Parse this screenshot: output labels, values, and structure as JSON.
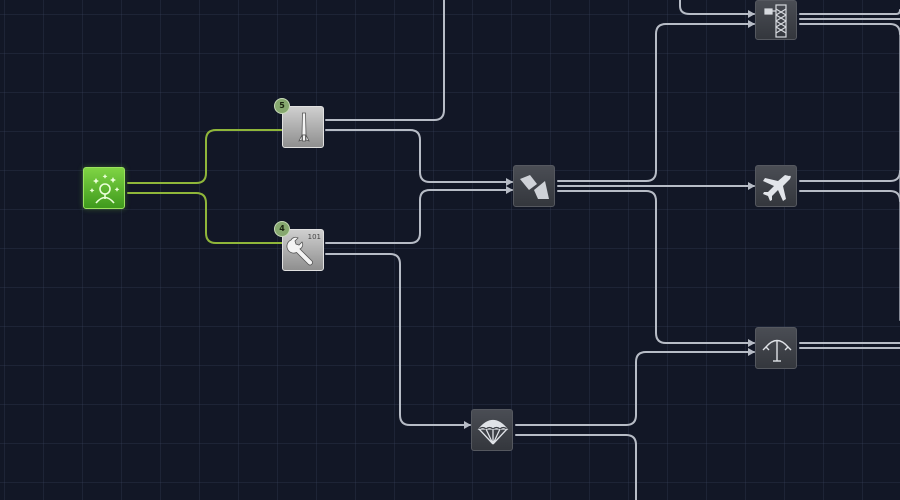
{
  "colors": {
    "background": "#121726",
    "link_active": "#8fb63a",
    "link_inactive": "#b7bcc6",
    "node_unlocked": "#5cb82b",
    "node_available": "#b5b5b5",
    "node_locked": "#3d4047"
  },
  "nodes": [
    {
      "id": "start",
      "icon": "observatory-icon",
      "state": "unlocked"
    },
    {
      "id": "basic-rocketry",
      "icon": "rocket-icon",
      "state": "available",
      "badge": "5"
    },
    {
      "id": "engineering-101",
      "icon": "wrench-icon",
      "state": "available",
      "badge": "4",
      "label": "101"
    },
    {
      "id": "stability",
      "icon": "fins-icon",
      "state": "locked"
    },
    {
      "id": "survivability",
      "icon": "parachute-icon",
      "state": "locked"
    },
    {
      "id": "general-construction",
      "icon": "tower-icon",
      "state": "locked"
    },
    {
      "id": "aviation",
      "icon": "airplane-icon",
      "state": "locked"
    },
    {
      "id": "landing",
      "icon": "landing-leg-icon",
      "state": "locked"
    }
  ]
}
